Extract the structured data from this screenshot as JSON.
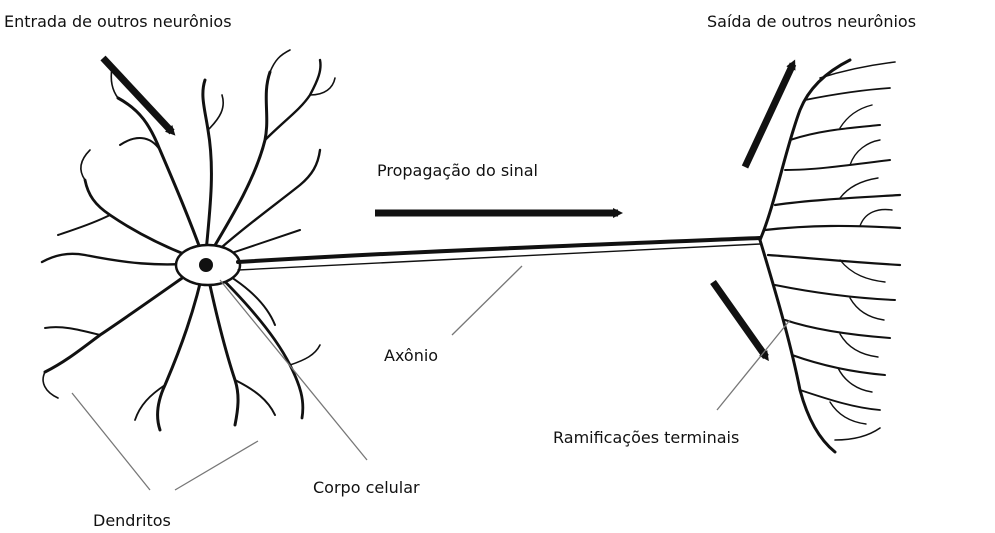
{
  "labels": {
    "input": "Entrada de outros neurônios",
    "output": "Saída de outros neurônios",
    "signal": "Propagação do sinal",
    "axon": "Axônio",
    "terminals": "Ramificações terminais",
    "cell_body": "Corpo celular",
    "dendrites": "Dendritos"
  }
}
